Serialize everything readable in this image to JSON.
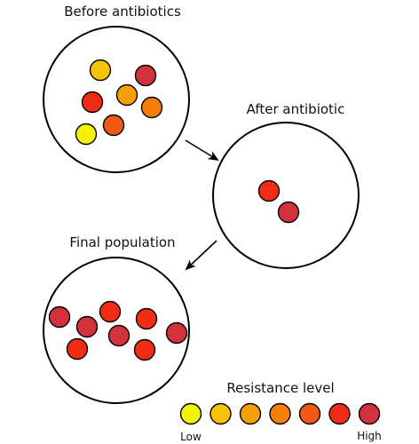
{
  "panels": [
    {
      "label": "Before antibiotics",
      "cells": [
        {
          "level": 2
        },
        {
          "level": 7
        },
        {
          "level": 6
        },
        {
          "level": 3
        },
        {
          "level": 4
        },
        {
          "level": 5
        },
        {
          "level": 1
        }
      ]
    },
    {
      "label": "After antibiotic",
      "cells": [
        {
          "level": 6
        },
        {
          "level": 7
        }
      ]
    },
    {
      "label": "Final population",
      "cells": [
        {
          "level": 7
        },
        {
          "level": 6
        },
        {
          "level": 6
        },
        {
          "level": 7
        },
        {
          "level": 7
        },
        {
          "level": 7
        },
        {
          "level": 6
        },
        {
          "level": 6
        }
      ]
    }
  ],
  "legend": {
    "title": "Resistance level",
    "low_label": "Low",
    "high_label": "High",
    "levels": [
      1,
      2,
      3,
      4,
      5,
      6,
      7
    ]
  },
  "colors": {
    "1": "#f5f20a",
    "2": "#f5c30a",
    "3": "#f5a00a",
    "4": "#f57d0a",
    "5": "#f05a14",
    "6": "#f02d14",
    "7": "#d2323c",
    "outline": "#000000"
  }
}
